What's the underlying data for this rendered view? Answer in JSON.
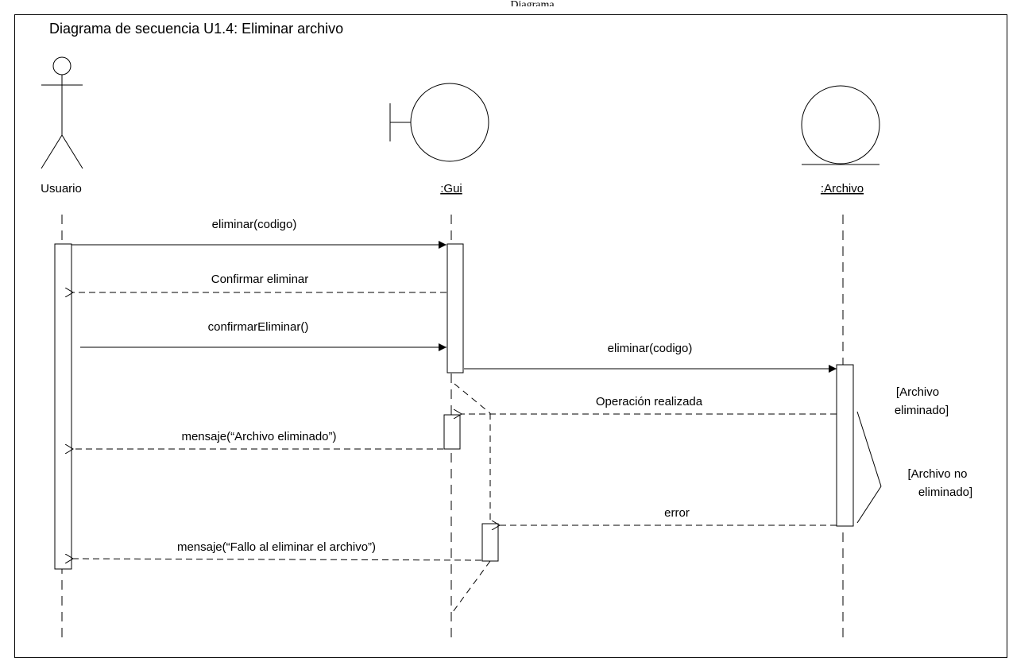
{
  "header_fragment": "Diagrama",
  "title": "Diagrama de secuencia U1.4: Eliminar archivo",
  "participants": {
    "actor": "Usuario",
    "boundary": ":Gui",
    "entity": ":Archivo"
  },
  "messages": {
    "m1": "eliminar(codigo)",
    "m2": "Confirmar eliminar",
    "m3": "confirmarEliminar()",
    "m4": "eliminar(codigo)",
    "m5": "Operación realizada",
    "m6": "mensaje(“Archivo eliminado”)",
    "m7": "error",
    "m8": "mensaje(“Fallo al eliminar el archivo”)"
  },
  "guards": {
    "ok_line1": "[Archivo",
    "ok_line2": "eliminado]",
    "fail_line1": "[Archivo no",
    "fail_line2": "eliminado]"
  }
}
